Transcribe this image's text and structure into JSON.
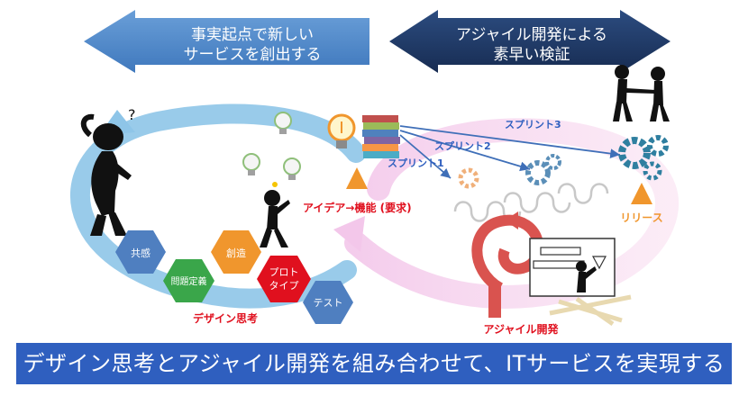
{
  "arrows": {
    "left_line1": "事実起点で新しい",
    "left_line2": "サービスを創出する",
    "right_line1": "アジャイル開発による",
    "right_line2": "素早い検証",
    "left_color": "#4a86c8",
    "right_color": "#1f3864"
  },
  "design_thinking": {
    "caption": "デザイン思考",
    "steps": [
      "共感",
      "問題定義",
      "創造",
      "プロト",
      "タイプ",
      "テスト"
    ],
    "step_colors": [
      "#4f7fc0",
      "#3aa64a",
      "#f0962d",
      "#e0101e",
      "#4f7fc0"
    ]
  },
  "center": {
    "idea_label": "アイデア→機能 (要求)"
  },
  "sprints": [
    "スプリント1",
    "スプリント2",
    "スプリント3"
  ],
  "release_label": "リリース",
  "agile": {
    "caption": "アジャイル開発"
  },
  "bottom_banner": "デザイン思考とアジャイル開発を組み合わせて、ITサービスを実現する",
  "colors": {
    "accent_red": "#e0101e",
    "accent_orange": "#f0962d",
    "sprint_blue": "#2f5fbf"
  }
}
